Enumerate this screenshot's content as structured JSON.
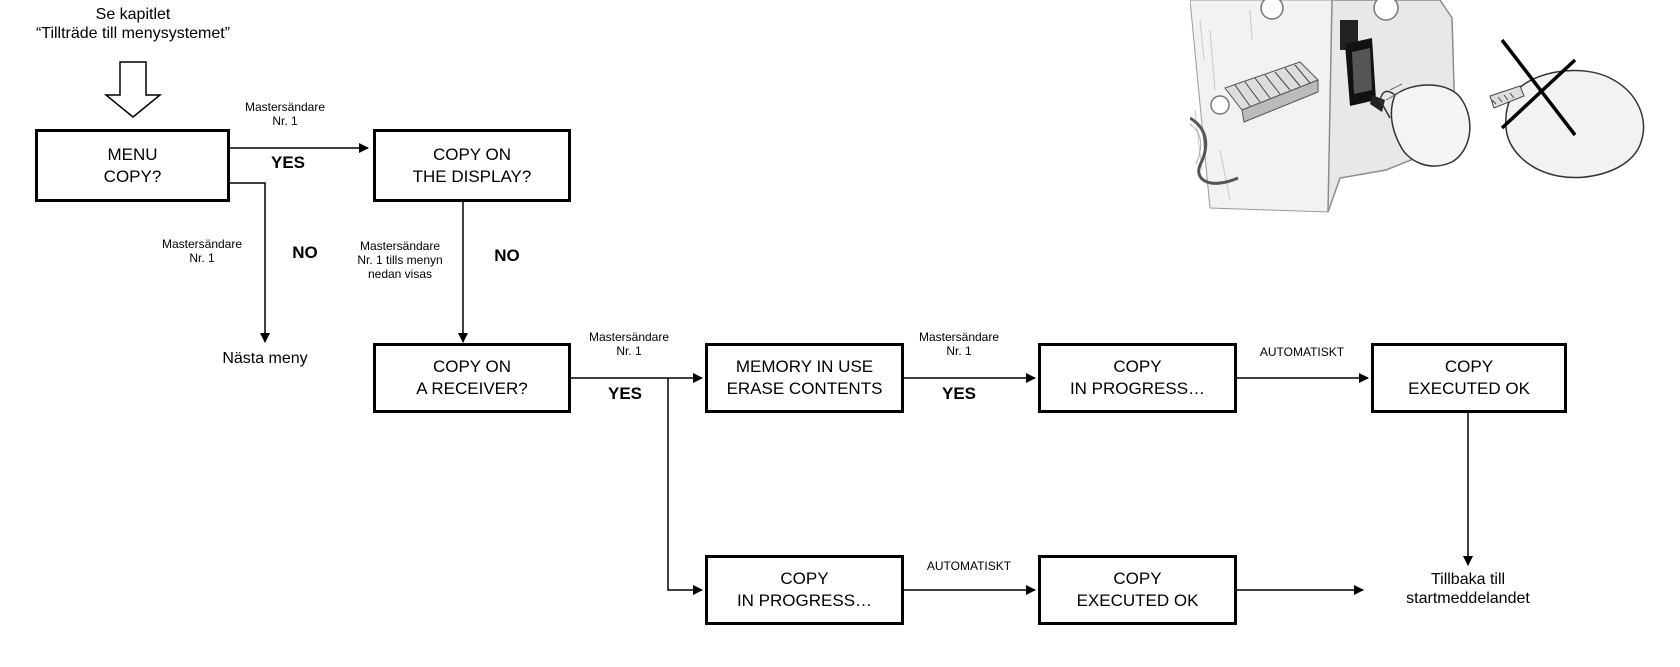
{
  "intro": {
    "line1": "Se kapitlet",
    "line2": "“Tillträde till menysystemet”"
  },
  "nodes": {
    "menu_copy": [
      "MENU",
      "COPY?"
    ],
    "copy_display": [
      "COPY ON",
      "THE DISPLAY?"
    ],
    "copy_receiver": [
      "COPY ON",
      "A RECEIVER?"
    ],
    "memory_in_use": [
      "MEMORY IN USE",
      "ERASE CONTENTS"
    ],
    "progress_top": [
      "COPY",
      "IN PROGRESS…"
    ],
    "executed_top": [
      "COPY",
      "EXECUTED OK"
    ],
    "progress_bottom": [
      "COPY",
      "IN PROGRESS…"
    ],
    "executed_bottom": [
      "COPY",
      "EXECUTED OK"
    ]
  },
  "labels": {
    "master1": [
      "Mastersändare",
      "Nr. 1"
    ],
    "master_no_left": [
      "Mastersändare",
      "Nr. 1"
    ],
    "master_until_menu": [
      "Mastersändare",
      "Nr. 1 tills menyn",
      "nedan visas"
    ],
    "master_receiver": [
      "Mastersändare",
      "Nr. 1"
    ],
    "master_memory": [
      "Mastersändare",
      "Nr. 1"
    ],
    "yes": "YES",
    "no": "NO",
    "auto": "AUTOMATISKT",
    "next_menu": "Nästa meny",
    "back": [
      "Tillbaka till",
      "startmeddelandet"
    ]
  },
  "image": {
    "subject": "receiver-device-illustration"
  }
}
